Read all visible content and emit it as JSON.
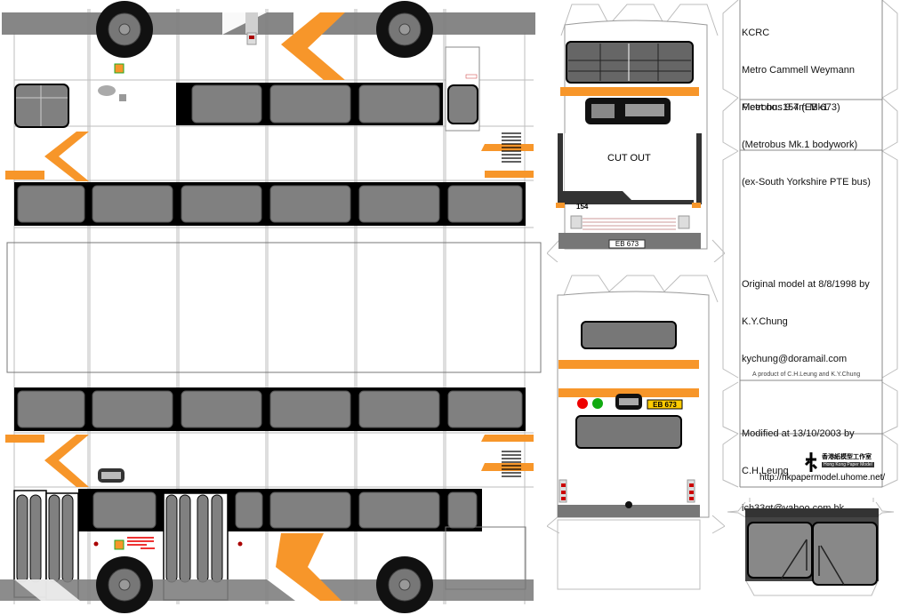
{
  "model_sheet": {
    "subject": "KCRC Metrobus paper model net",
    "colors": {
      "orange": "#f7962a",
      "body_white": "#ffffff",
      "skirt_grey": "#7f7f7f",
      "window_grey": "#808080",
      "window_frame": "#000000",
      "fold_line": "#bdbdbd",
      "plate_yellow": "#ffcc00"
    }
  },
  "info_panel": {
    "operator": "KCRC",
    "manufacturer": "Metro Cammell Weymann",
    "model": "Metrobus 9.7m Mk1",
    "bodywork": "(Metrobus Mk.1 bodywork)",
    "history": "(ex-South Yorkshire PTE bus)",
    "fleet": "Fleet no.:154 (EB 673)",
    "credits": {
      "original_line1": "Original model at 8/8/1998 by",
      "original_author": "K.Y.Chung",
      "original_email": "kychung@doramail.com",
      "modified_line1": "Modified at 13/10/2003 by",
      "modified_author": "C.H.Leung",
      "modified_email": "lch33gt@yahoo.com.hk"
    },
    "product_note": "A product of C.H.Leung and K.Y.Chung",
    "logo_chinese": "香港紙模型工作室",
    "logo_english": "Hong Kong Paper Model",
    "url": "http://hkpapermodel.uhome.net/"
  },
  "front_view": {
    "cut_out_label": "CUT OUT",
    "fleet_number": "154",
    "registration_plate": "EB 673"
  },
  "rear_view": {
    "registration_plate": "EB 673"
  },
  "side_panels": {
    "upper_windows": 6,
    "lower_windows": 6
  }
}
